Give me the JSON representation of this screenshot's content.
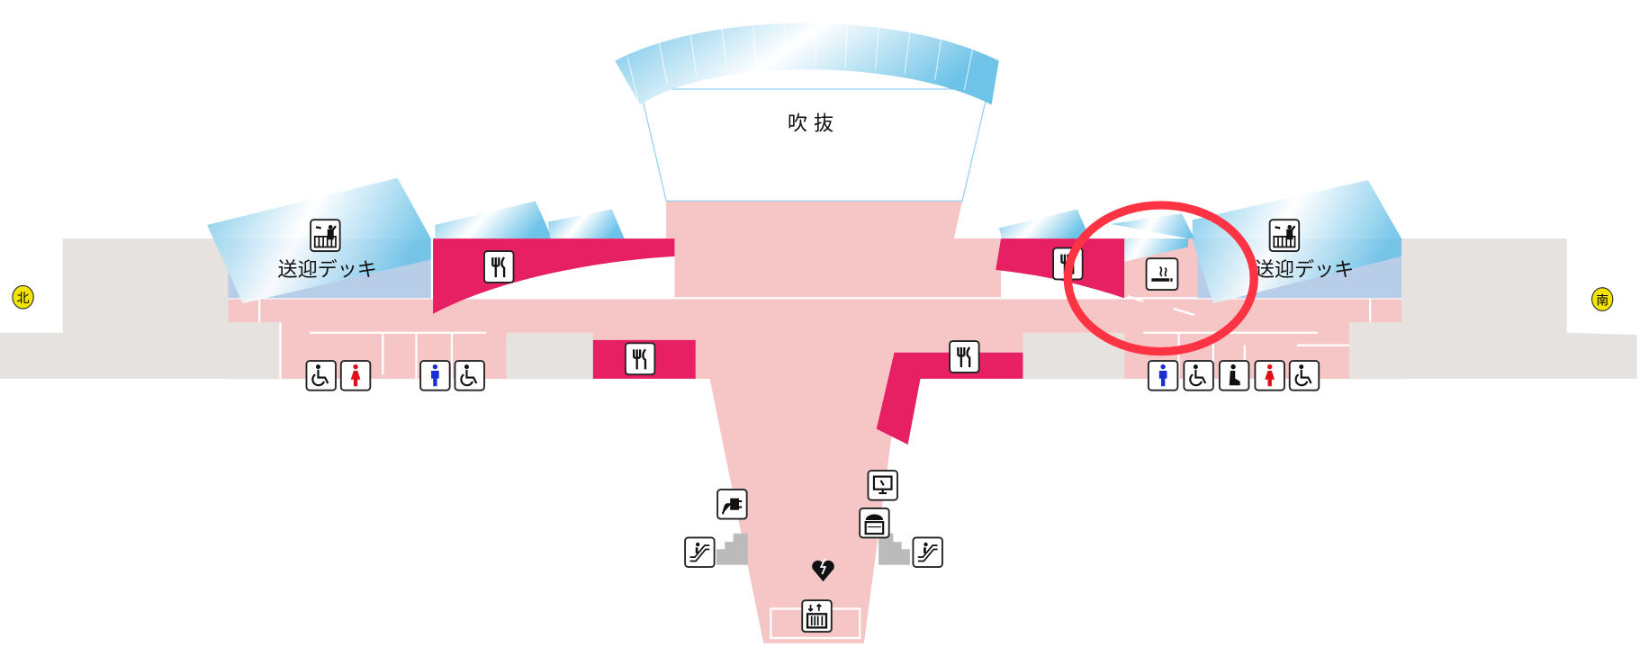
{
  "map": {
    "atrium_label": "吹 抜",
    "left_deck_label": "送迎デッキ",
    "right_deck_label": "送迎デッキ",
    "north_label": "北",
    "south_label": "南",
    "highlight": "smoking-area",
    "colors": {
      "restaurant": "#e71f63",
      "floor": "#f6c6c6",
      "facility": "#e5e2df",
      "deck": "#b8cde8",
      "glass": "#6ec3e8",
      "highlight": "#fe3344",
      "compass": "#f3e500"
    },
    "icons": [
      "restaurant",
      "smoking",
      "observation-deck",
      "wheelchair-restroom",
      "male-restroom",
      "female-restroom",
      "prayer-room",
      "charging",
      "information-display",
      "shop",
      "escalator",
      "aed",
      "elevator"
    ]
  }
}
